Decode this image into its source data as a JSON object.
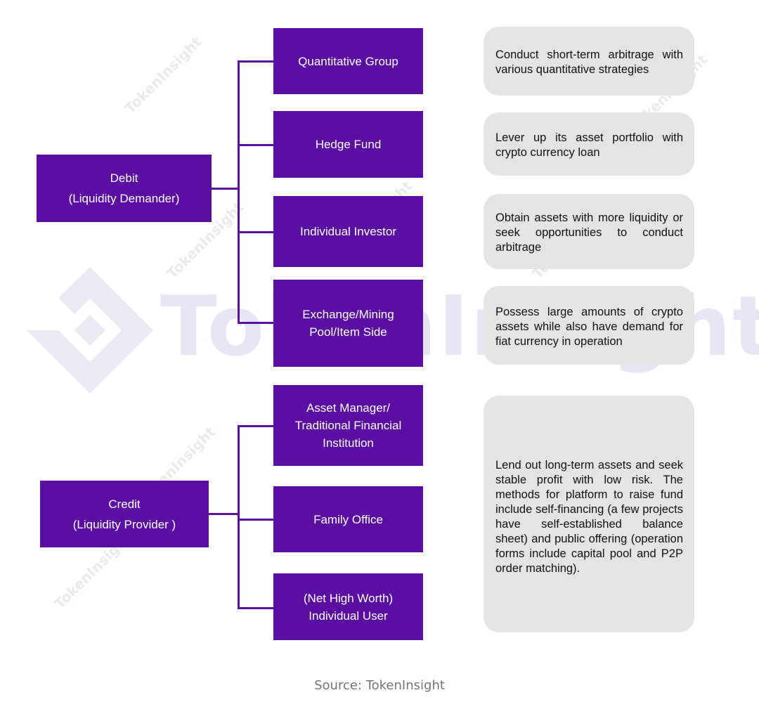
{
  "watermark": {
    "brand": "TokenInsight",
    "small": "TokenInsight"
  },
  "roots": {
    "debit": "Debit\n(Liquidity Demander)",
    "credit": "Credit\n(Liquidity Provider )"
  },
  "debit_items": [
    {
      "label": "Quantitative Group",
      "desc": "Conduct short-term arbitrage with various quantitative strategies"
    },
    {
      "label": "Hedge Fund",
      "desc": "Lever up its asset portfolio with crypto currency loan"
    },
    {
      "label": "Individual Investor",
      "desc": "Obtain assets with more liquidity or seek opportunities to conduct arbitrage"
    },
    {
      "label": "Exchange/Mining\nPool/Item Side",
      "desc": "Possess large amounts of crypto assets while also have demand for fiat currency in operation"
    }
  ],
  "credit_items": [
    {
      "label": "Asset Manager/\nTraditional Financial\nInstitution"
    },
    {
      "label": "Family Office"
    },
    {
      "label": "(Net High Worth)\nIndividual User"
    }
  ],
  "credit_desc": "Lend out long-term assets and seek stable profit with low risk. The methods for platform to raise fund include self-financing (a few projects have self-established balance sheet) and public offering (operation forms include capital pool and P2P order matching).",
  "source": "Source: TokenInsight"
}
